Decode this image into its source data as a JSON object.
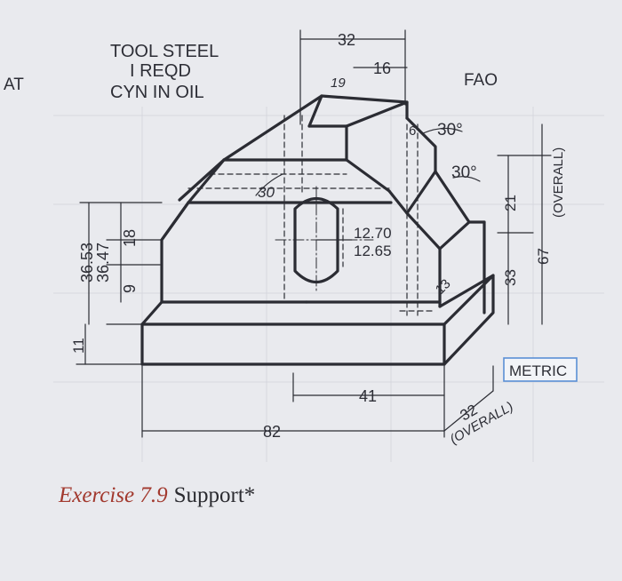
{
  "page_edge_text": "AT",
  "notes": [
    "TOOL STEEL",
    "I REQD",
    "CYN IN OIL"
  ],
  "finish_note": "FAO",
  "metric_badge": "METRIC",
  "dimensions": {
    "top_width": "32",
    "slot_offset": "19",
    "top_step": "16",
    "chamfer": "6",
    "angle_upper": "30°",
    "angle_lower": "30°",
    "angle_left": "30",
    "hole_dia_max": "12.70",
    "hole_dia_min": "12.65",
    "height_21": "21",
    "height_13": "13",
    "height_33": "33",
    "height_overall_value": "67",
    "height_overall_note": "(OVERALL)",
    "left_max": "36.53",
    "left_min": "36.47",
    "left_18": "18",
    "left_9": "9",
    "base_11": "11",
    "depth_41": "41",
    "length_82": "82",
    "depth_overall_value": "32",
    "depth_overall_note": "(OVERALL)"
  },
  "caption": {
    "exercise": "Exercise 7.9",
    "title": "Support*"
  },
  "colors": {
    "background": "#e9eaee",
    "ink": "#2b2c33",
    "caption_accent": "#a2392e",
    "metric_border": "#5b8fd6"
  }
}
